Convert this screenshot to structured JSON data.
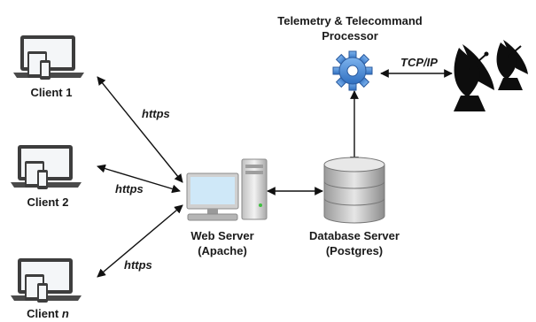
{
  "clients": [
    {
      "label": "Client 1"
    },
    {
      "label": "Client 2"
    },
    {
      "label": "Client",
      "label_suffix": "n"
    }
  ],
  "protocols": {
    "client_link": "https",
    "processor_link": "TCP/IP"
  },
  "web_server": {
    "line1": "Web Server",
    "line2": "(Apache)"
  },
  "database_server": {
    "line1": "Database Server",
    "line2": "(Postgres)"
  },
  "processor": {
    "line1": "Telemetry & Telecommand",
    "line2": "Processor"
  },
  "colors": {
    "device_frame": "#4a4a4a",
    "screen": "#f4f6f8",
    "gear": "#4f8fdc",
    "db": "#c9c9c9",
    "antenna": "#0d0d0d",
    "arrow": "#111111"
  },
  "icons": [
    "laptop-tablet-phone-icon",
    "server-tower-icon",
    "database-icon",
    "gear-icon",
    "satellite-dish-icon"
  ]
}
